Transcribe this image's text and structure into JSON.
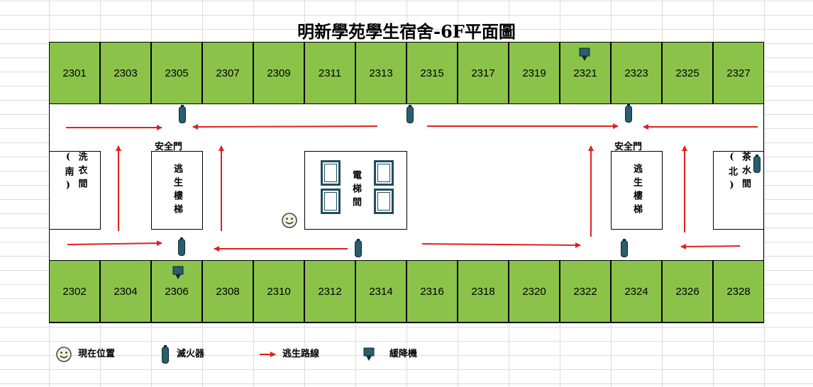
{
  "title": "明新學苑學生宿舍-6F平面圖",
  "rooms_top": [
    "2301",
    "2303",
    "2305",
    "2307",
    "2309",
    "2311",
    "2313",
    "2315",
    "2317",
    "2319",
    "2321",
    "2323",
    "2325",
    "2327"
  ],
  "rooms_bottom": [
    "2302",
    "2304",
    "2306",
    "2308",
    "2310",
    "2312",
    "2314",
    "2316",
    "2318",
    "2320",
    "2322",
    "2324",
    "2326",
    "2328"
  ],
  "areas": {
    "laundry": "洗衣間(南)",
    "stair_left": "逃生樓梯",
    "elevator": "電梯間",
    "stair_right": "逃生樓梯",
    "tea_room": "茶水間(北)"
  },
  "door_labels": {
    "left": "安全門",
    "right": "安全門"
  },
  "legend": {
    "current_position": "現在位置",
    "extinguisher": "滅火器",
    "escape_route": "逃生路線",
    "descender": "緩降機"
  },
  "colors": {
    "room_fill": "#8bc34a",
    "arrow": "#e02020",
    "icon": "#2a5d6d"
  }
}
